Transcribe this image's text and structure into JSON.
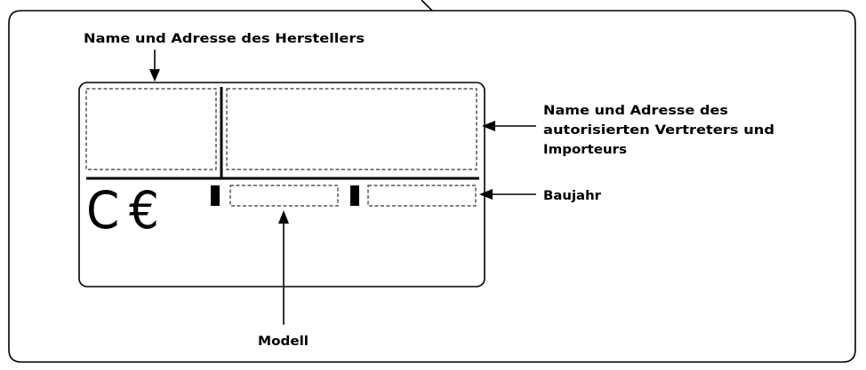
{
  "labels": {
    "manufacturer": "Name und Adresse des Herstellers",
    "representative_lines": [
      "Name und Adresse des",
      "autorisierten Vertreters und",
      "Importeurs"
    ],
    "year": "Baujahr",
    "model": "Modell"
  },
  "plate": {
    "mark": "C €"
  }
}
